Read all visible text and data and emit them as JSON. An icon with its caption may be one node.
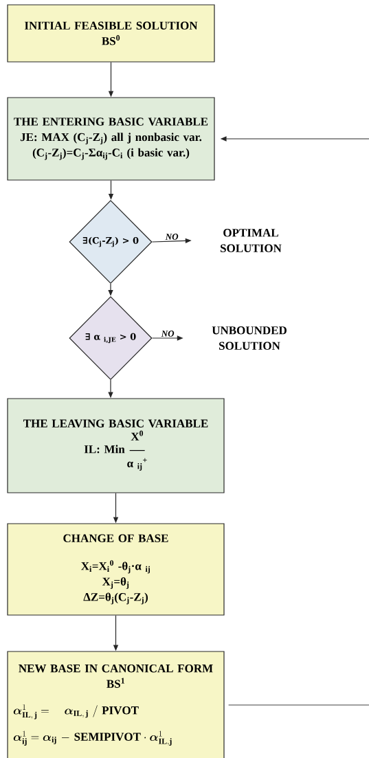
{
  "diagram": {
    "nodes": [
      {
        "text": [
          "INITIAL FEASIBLE SOLUTION",
          "BS$^{0}$"
        ]
      },
      {
        "text": [
          "THE ENTERING BASIC VARIABLE",
          "JE: MAX (C$_{j}$-Z$_{j}$) all j  nonbasic var.",
          "(C$_{j}$-Z$_{j}$)=C$_{j}$-Σα$_{ij}$-C$_{i}$  (i  basic var.)"
        ]
      },
      {
        "text": [
          "∃(C$_{j}$-Z$_{j}$) > 0"
        ]
      },
      {
        "text": [
          "OPTIMAL SOLUTION"
        ]
      },
      {
        "text": [
          "∃ α $_{i,JE}$ > 0"
        ]
      },
      {
        "text": [
          "UNBOUNDED SOLUTION"
        ]
      },
      {
        "text": [
          "THE LEAVING BASIC VARIABLE",
          "X$^{0}$",
          "IL: Min",
          "α $_{ij}$$^{+}$"
        ]
      },
      {
        "text": [
          "CHANGE OF BASE",
          "X$_{i}$=X$_{i}$$^{0}$ -θ$_{j}$·α $_{ij}$",
          "X$_{j}$=θ$_{j}$",
          "ΔZ=θ$_{j}$(C$_{j}$-Z$_{j}$)"
        ]
      },
      {
        "text": [
          "NEW BASE IN CANONICAL FORM",
          "BS$^{1}$",
          "\\bm{\\alpha}^{1}_{\\mathbf{IL,\\,j}} = \\quad \\bm{\\alpha}_{\\mathbf{IL,\\,j}}\\ \\mathbf{/\\ PIVOT}",
          "\\bm{\\alpha}^{1}_{\\mathbf{ij}}=\\bm{\\alpha}_{\\mathbf{ij}}\\ \\mathbf{-\\ SEMIPIVOT}\\cdot\\bm{\\alpha}^{1}_{\\mathbf{IL,j}}"
        ]
      }
    ],
    "edges": [
      {
        "from": 0,
        "to": 1,
        "arrow": "to"
      },
      {
        "from": 1,
        "to": 2,
        "arrow": "to"
      },
      {
        "from": 2,
        "to": 3,
        "arrow": "to",
        "label": "NO"
      },
      {
        "from": 2,
        "to": 4,
        "arrow": "to"
      },
      {
        "from": 4,
        "to": 5,
        "arrow": "to",
        "label": "NO"
      },
      {
        "from": 4,
        "to": 6,
        "arrow": "to"
      },
      {
        "from": 6,
        "to": 7,
        "arrow": "to"
      },
      {
        "from": 7,
        "to": 8,
        "arrow": "to"
      },
      {
        "from": 8,
        "to": 1,
        "arrow": "to"
      }
    ]
  }
}
